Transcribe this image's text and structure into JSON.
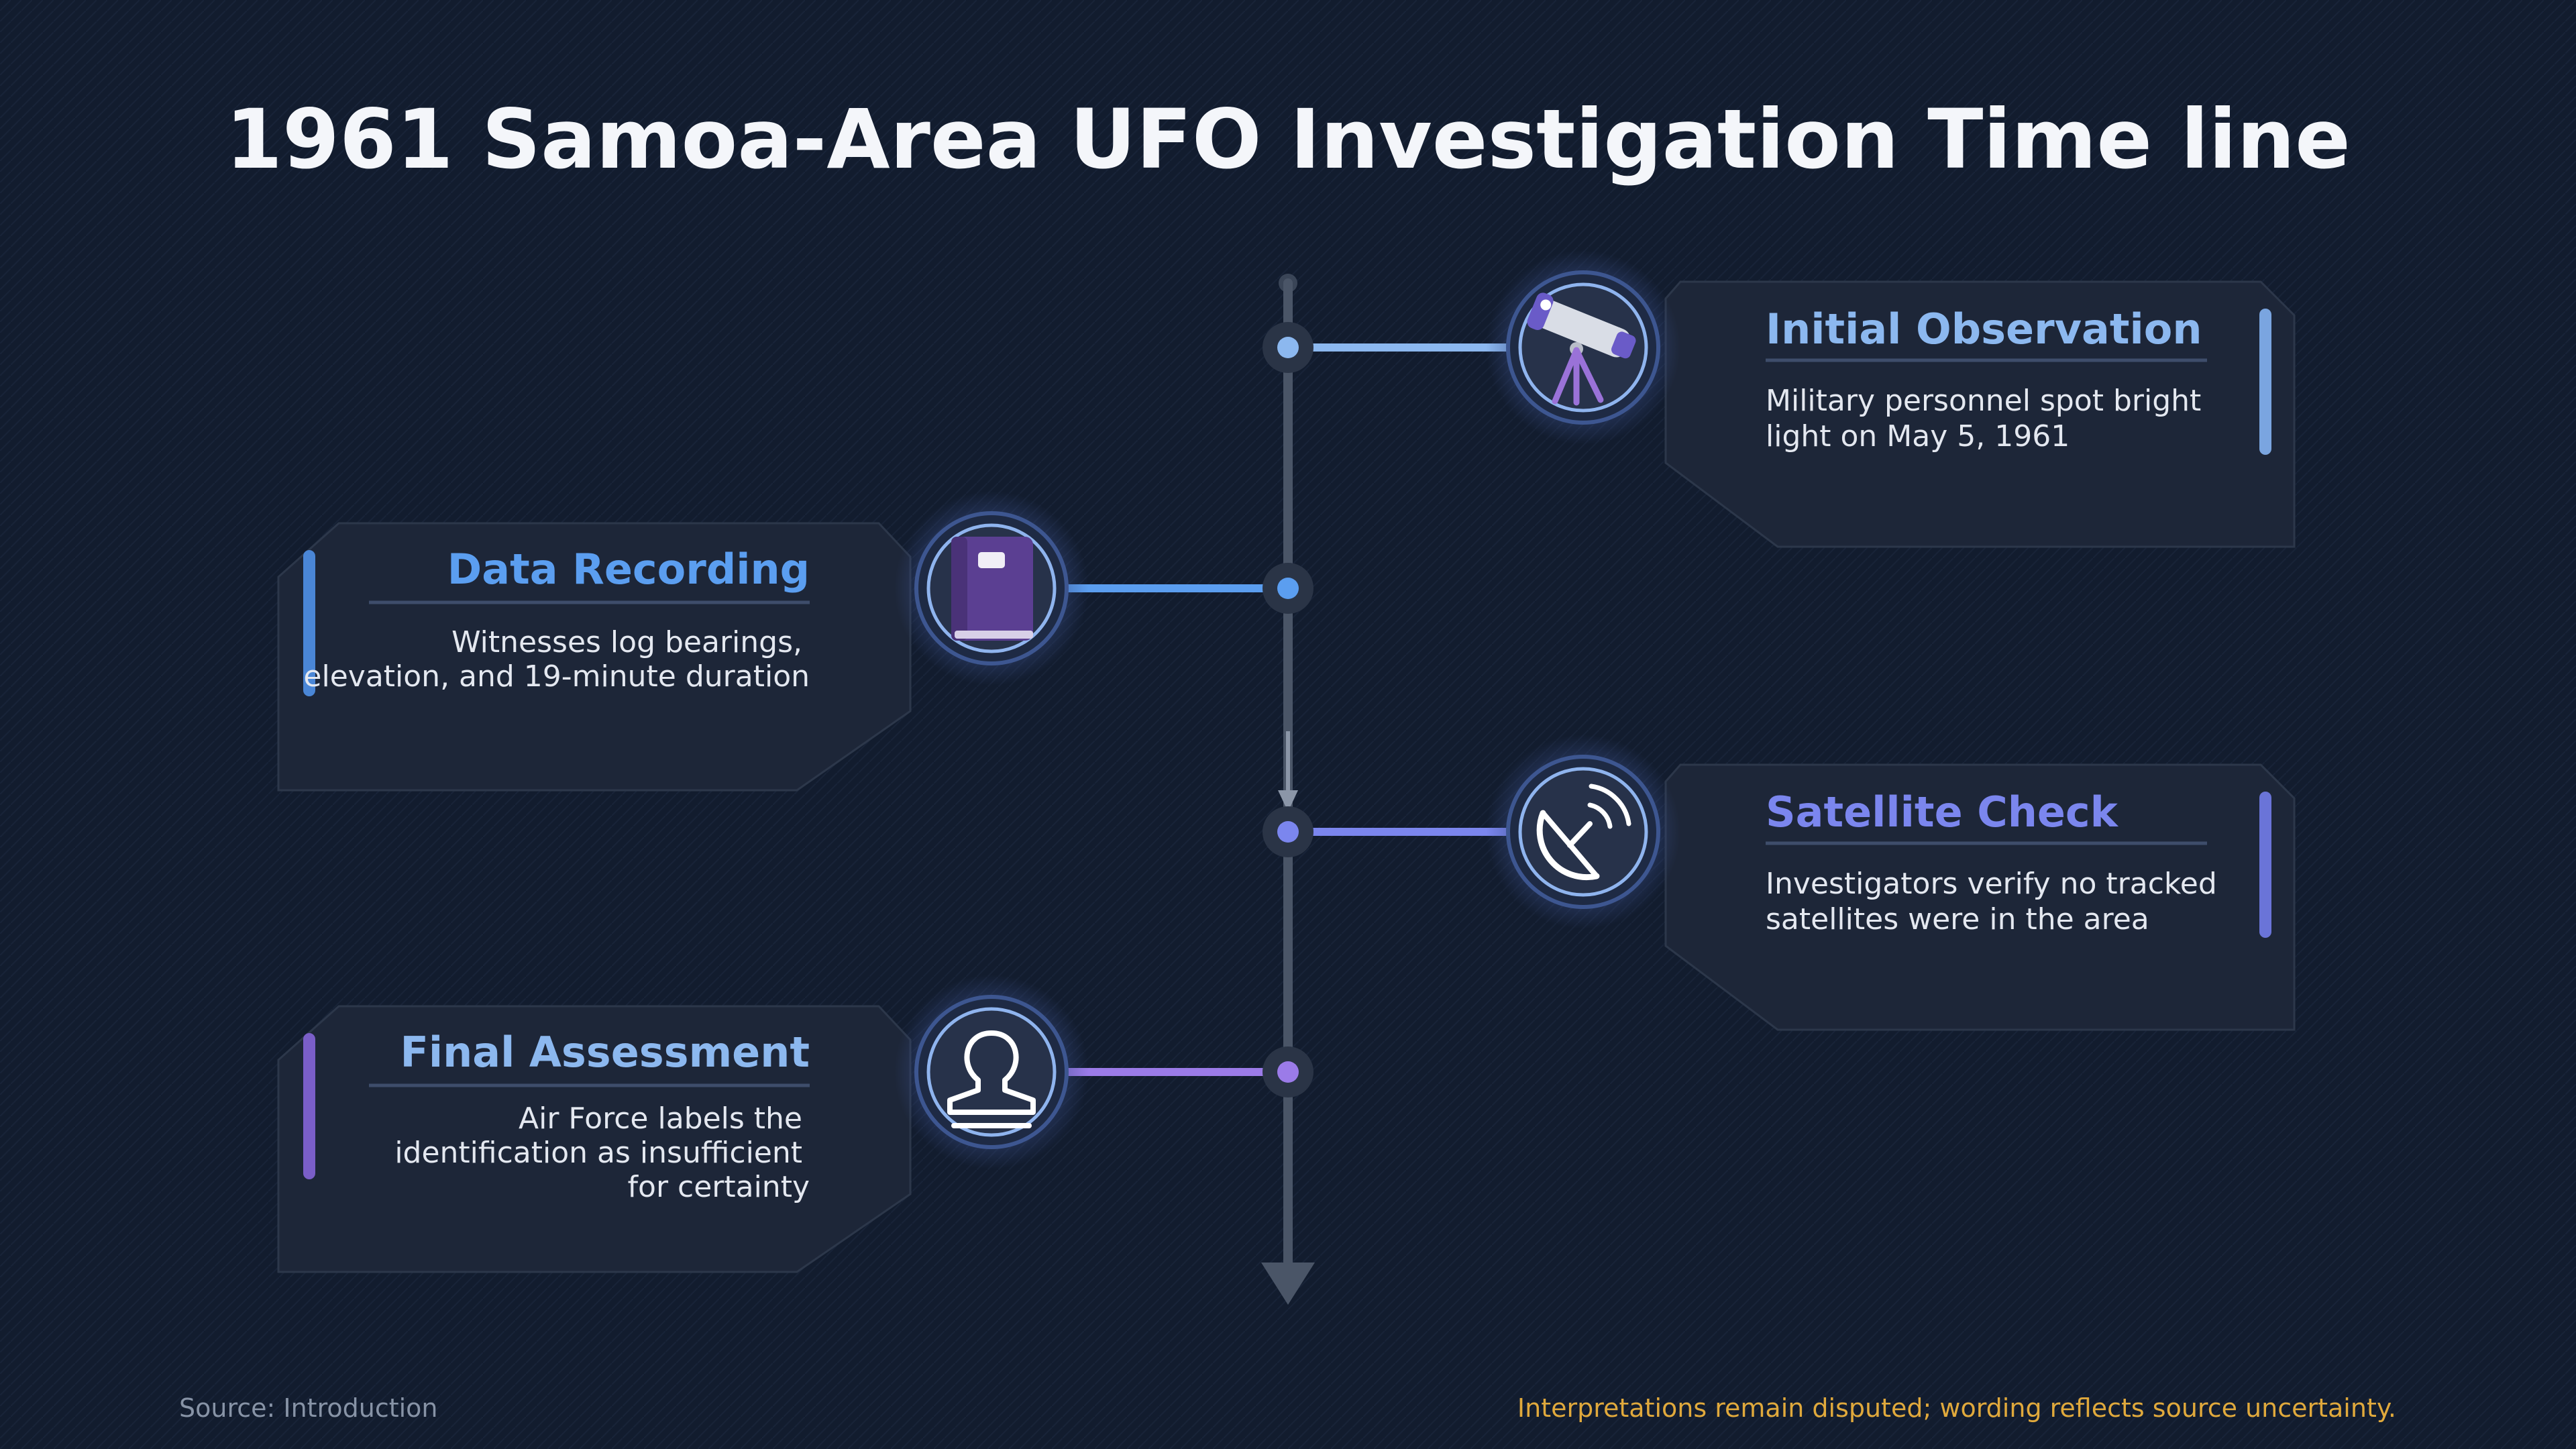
{
  "title": "1961 Samoa-Area UFO Investigation Time line",
  "events": [
    {
      "heading": "Initial Observation",
      "lines": [
        "Military personnel spot bright",
        "light on May 5, 1961"
      ],
      "icon": "telescope-icon",
      "color": "#8cb8ef"
    },
    {
      "heading": "Data Recording",
      "lines": [
        "Witnesses log bearings,",
        "elevation, and 19-minute duration"
      ],
      "icon": "book-icon",
      "color": "#5b9ef0"
    },
    {
      "heading": "Satellite Check",
      "lines": [
        "Investigators verify no tracked",
        "satellites were in the area"
      ],
      "icon": "satellite-dish-icon",
      "color": "#7b86ee"
    },
    {
      "heading": "Final Assessment",
      "lines": [
        "Air Force labels the",
        "identification as insufficient",
        "for certainty"
      ],
      "icon": "stamp-icon",
      "color": "#9b7be8"
    }
  ],
  "footer": {
    "source": "Source: Introduction",
    "note": "Interpretations remain disputed; wording reflects source uncertainty."
  },
  "colors": {
    "background": "#121c2e",
    "card": "#1d2638",
    "heading_text": "#f4f6fa",
    "body_text": "#e4e8f0",
    "axis": "#4a5567",
    "note": "#e0a93c",
    "source": "#8793a6"
  }
}
